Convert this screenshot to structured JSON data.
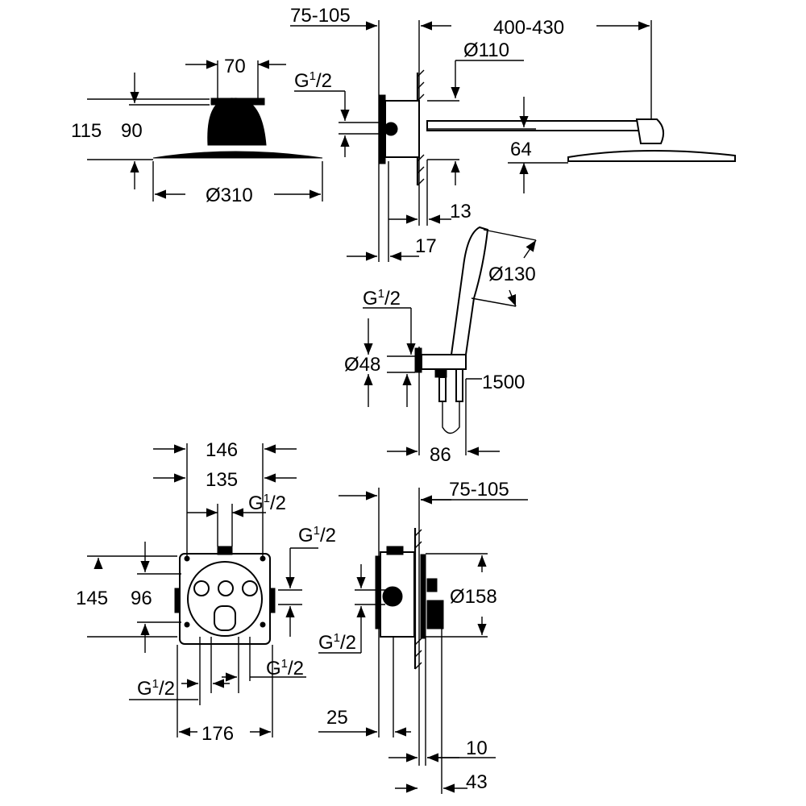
{
  "labels": {
    "top_wall_depth": "75-105",
    "arm_length": "400-430",
    "flange_dia": "Ø110",
    "head_top_width": "70",
    "head_height_total": "115",
    "head_height": "90",
    "head_dia": "Ø310",
    "arm_drop": "64",
    "d13": "13",
    "d17": "17",
    "hand_dia": "Ø130",
    "outlet_dia": "Ø48",
    "hose_length": "1500",
    "holder_depth": "86",
    "box_outer": "146",
    "box_inner": "135",
    "box_height": "145",
    "box_inner_height": "96",
    "plate_width": "176",
    "bottom_wall_depth": "75-105",
    "plate_dia": "Ø158",
    "d25": "25",
    "d10": "10",
    "d43": "43"
  },
  "thread": {
    "main": "G",
    "sup": "1",
    "sub": "/2"
  }
}
